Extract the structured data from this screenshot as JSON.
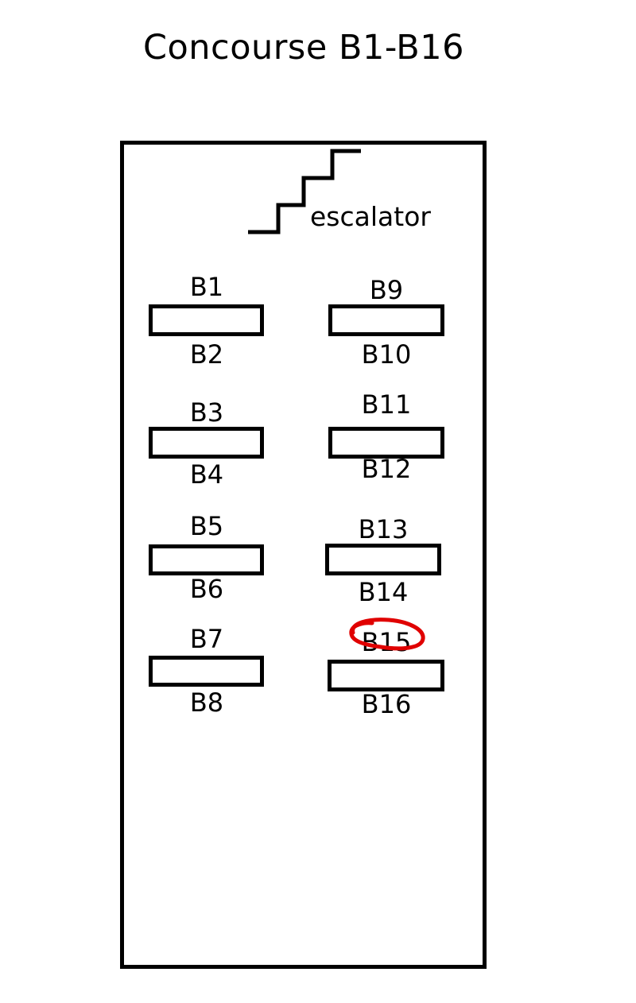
{
  "title": "Concourse B1-B16",
  "escalator": {
    "label": "escalator",
    "icon": "escalator-icon"
  },
  "gates": [
    {
      "id": "B1",
      "label": "B1"
    },
    {
      "id": "B2",
      "label": "B2"
    },
    {
      "id": "B3",
      "label": "B3"
    },
    {
      "id": "B4",
      "label": "B4"
    },
    {
      "id": "B5",
      "label": "B5"
    },
    {
      "id": "B6",
      "label": "B6"
    },
    {
      "id": "B7",
      "label": "B7"
    },
    {
      "id": "B8",
      "label": "B8"
    },
    {
      "id": "B9",
      "label": "B9"
    },
    {
      "id": "B10",
      "label": "B10"
    },
    {
      "id": "B11",
      "label": "B11"
    },
    {
      "id": "B12",
      "label": "B12"
    },
    {
      "id": "B13",
      "label": "B13"
    },
    {
      "id": "B14",
      "label": "B14"
    },
    {
      "id": "B15",
      "label": "B15"
    },
    {
      "id": "B16",
      "label": "B16"
    }
  ],
  "highlighted_gate": "B15",
  "colors": {
    "outline": "#000000",
    "highlight": "#e00000",
    "background": "#ffffff"
  }
}
